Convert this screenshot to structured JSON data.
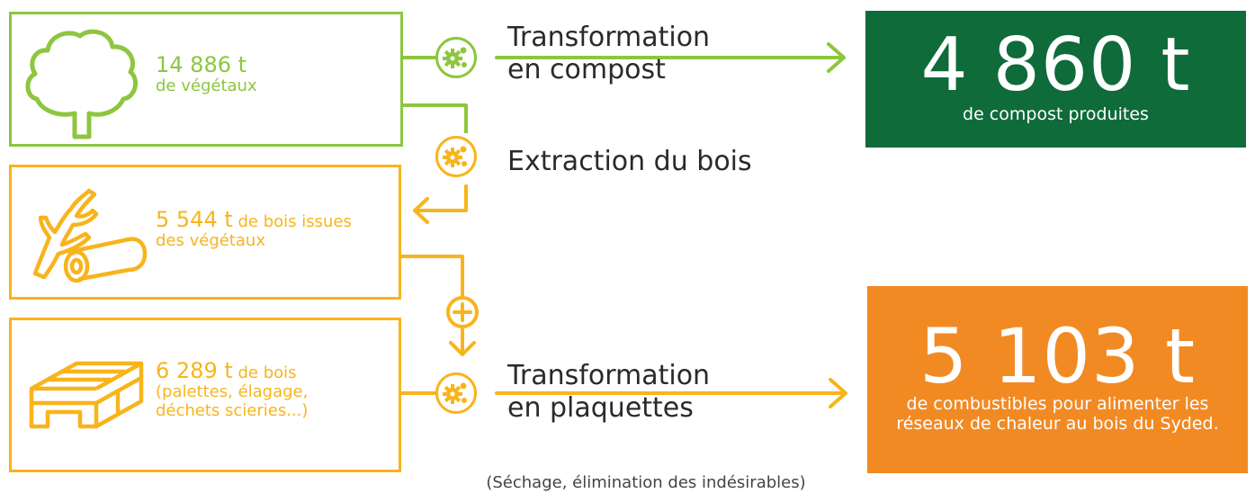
{
  "colors": {
    "green_light": "#8dc63f",
    "green_dark": "#0f6b3a",
    "yellow": "#f8b41c",
    "orange": "#f28a24"
  },
  "sources": {
    "vegetaux": {
      "amount": "14 886 t",
      "label": "de végétaux",
      "icon": "tree-icon"
    },
    "bois_vegetaux": {
      "amount": "5 544 t",
      "label_inline": "de bois issues",
      "label_line2": "des végétaux",
      "icon": "branch-log-icon"
    },
    "bois_autres": {
      "amount": "6 289 t",
      "label_inline": "de bois",
      "label_line2": "(palettes, élagage,",
      "label_line3": "déchets scieries...)",
      "icon": "pallet-icon"
    }
  },
  "steps": {
    "compost": {
      "line1": "Transformation",
      "line2": "en compost"
    },
    "extraction": {
      "line1": "Extraction du bois"
    },
    "plaquettes": {
      "line1": "Transformation",
      "line2": "en plaquettes"
    }
  },
  "results": {
    "compost": {
      "amount": "4 860 t",
      "label": "de compost produites"
    },
    "combustibles": {
      "amount": "5 103 t",
      "label": "de combustibles pour alimenter les réseaux de chaleur au bois du Syded."
    }
  },
  "footnote": "(Séchage, élimination des indésirables)"
}
